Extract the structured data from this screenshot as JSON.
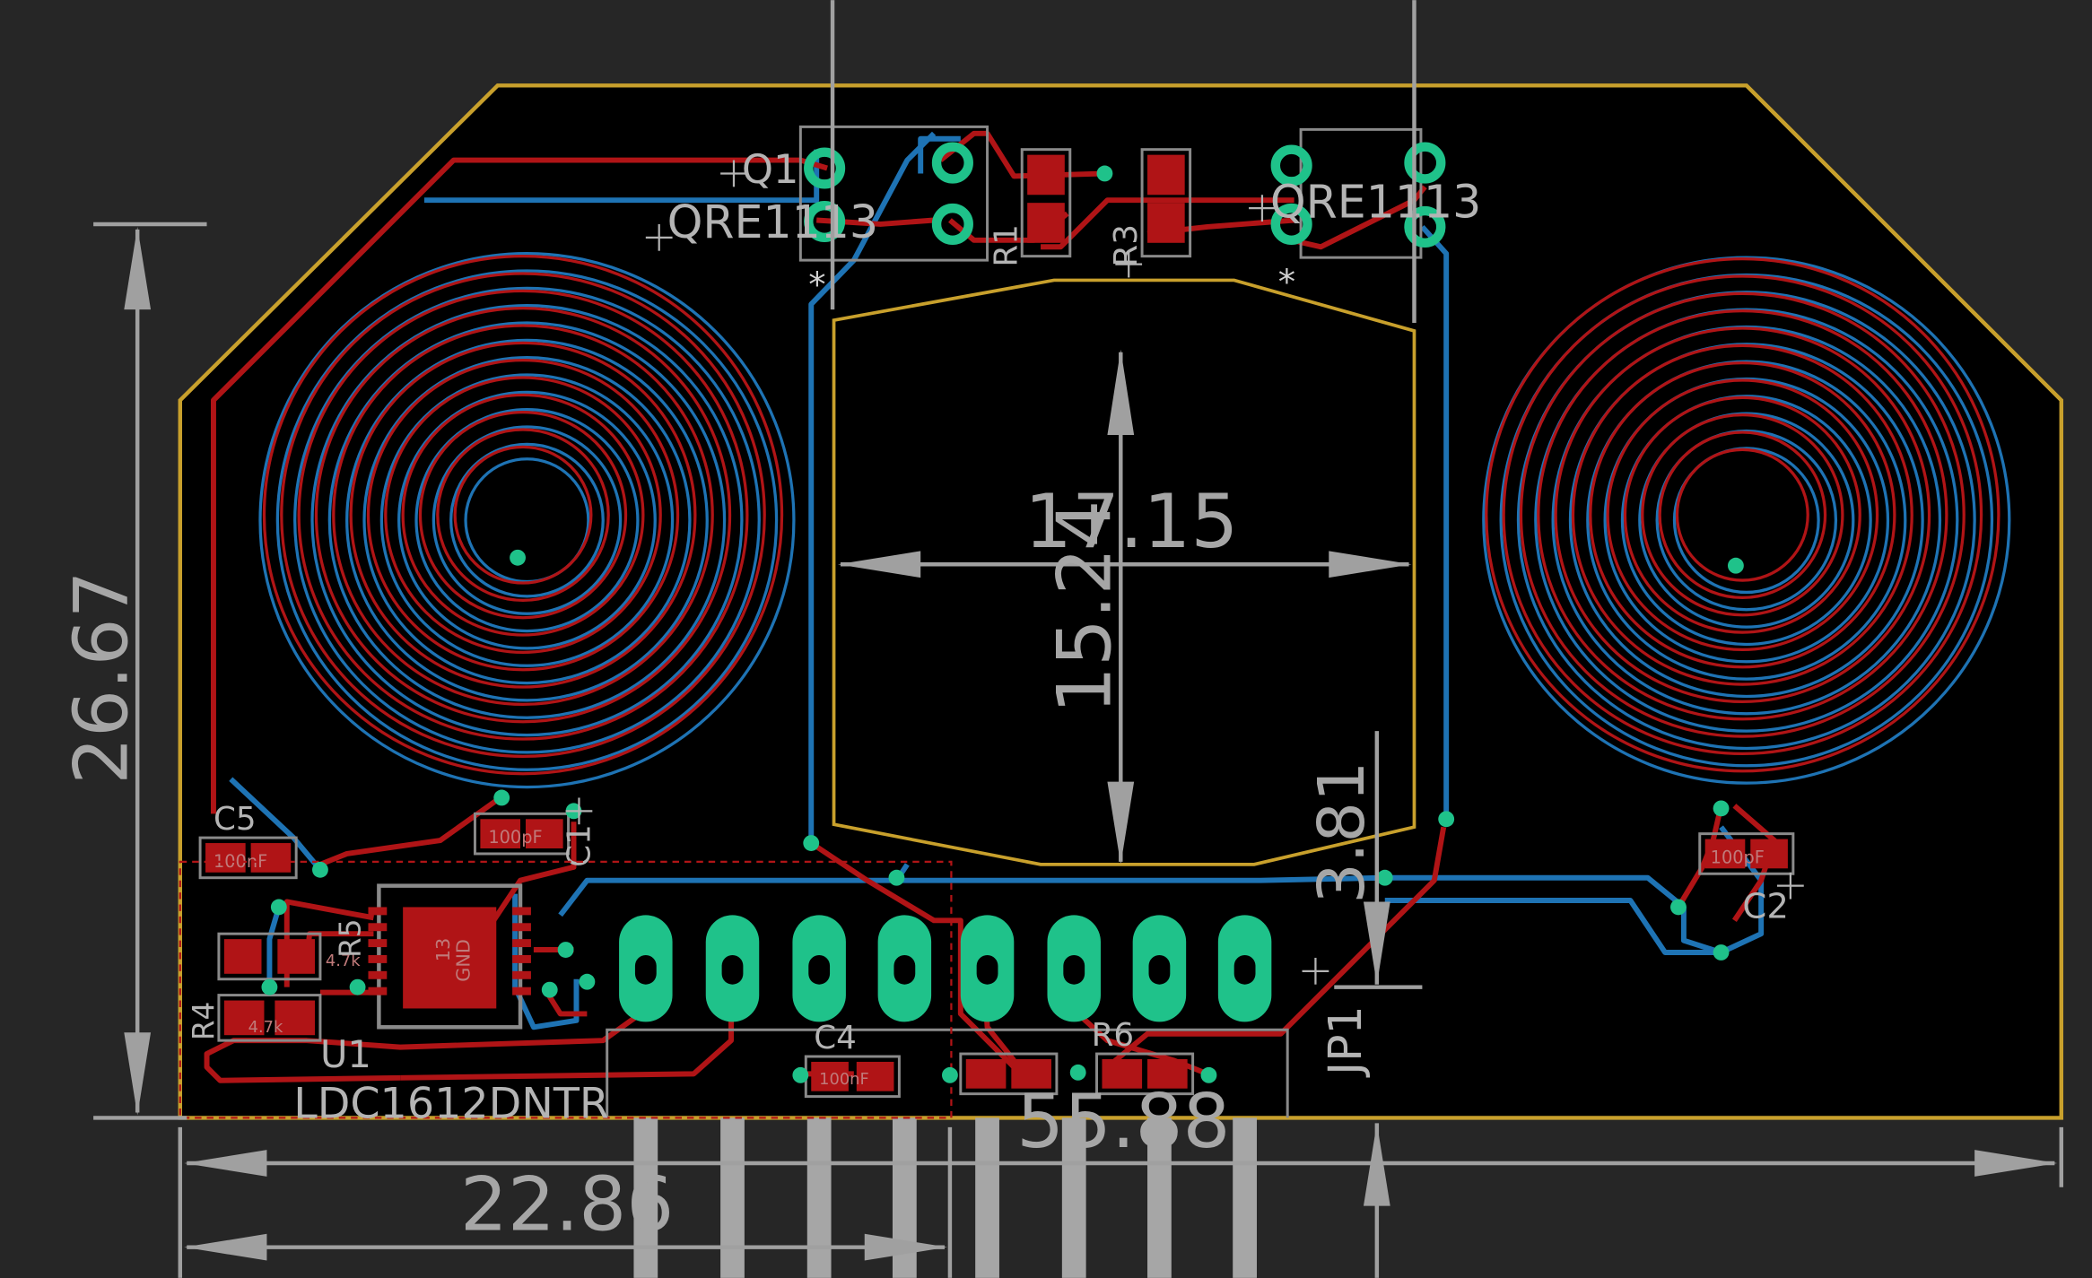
{
  "view": {
    "colors": {
      "background": "#262626",
      "board": "#000000",
      "outline": "#c8a02c",
      "top_copper": "#b01416",
      "bottom_copper": "#1e73b4",
      "pad": "#1fc28a",
      "dimension": "#a0a0a0",
      "silkscreen": "#b4b4b4"
    }
  },
  "dimensions": {
    "total_height": "26.67",
    "window_width": "17.15",
    "window_height": "15.24",
    "header_offset": "3.81",
    "header_position": "22.86",
    "board_width": "55.88"
  },
  "components": {
    "q1_name": "Q1",
    "q1_value": "QRE1113",
    "q2_value": "QRE1113",
    "r1_name": "R1",
    "r3_name": "R3",
    "c1_name": "C1",
    "c1_value": "100pF",
    "c2_name": "C2",
    "c2_value": "100pF",
    "c4_name": "C4",
    "c4_value": "100nF",
    "c5_name": "C5",
    "c5_value": "100nF",
    "r4_name": "R4",
    "r4_value": "4.7k",
    "r5_name": "R5",
    "r5_value": "4.7k",
    "r6_name": "R6",
    "u1_name": "U1",
    "u1_value": "LDC1612DNTR",
    "u1_pad_label": "13",
    "u1_pad_net": "GND",
    "jp1_name": "JP1",
    "pin1_marker": "*"
  }
}
